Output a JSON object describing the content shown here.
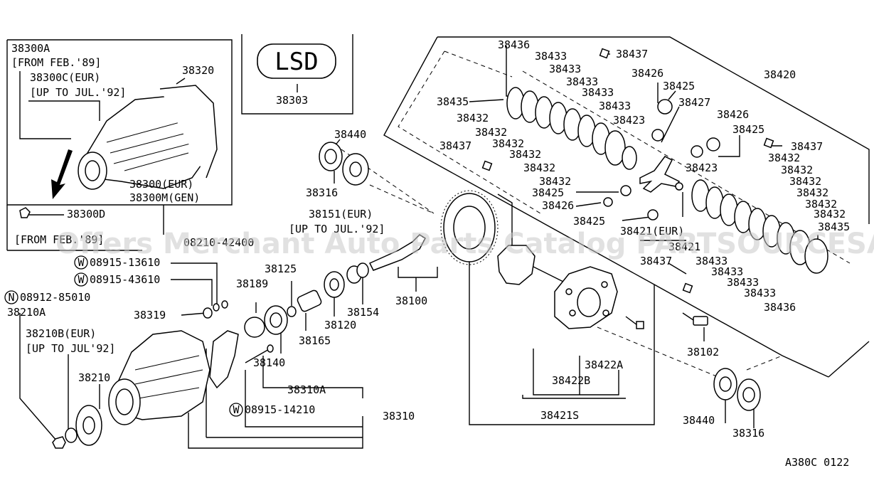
{
  "watermark": "Offers Merchant Auto Parts Catalog PARTSOURCESA",
  "footer_code": "A380C 0122",
  "lsd_badge": "LSD",
  "labels": {
    "p38300a": "38300A",
    "from_feb89": "[FROM FEB.'89]",
    "p38300c": "38300C(EUR)",
    "upto_jul92a": "[UP TO JUL.'92]",
    "p38320": "38320",
    "p38300eur": "38300(EUR)",
    "p38300m": "38300M(GEN)",
    "p38300d": "38300D",
    "from_bottom": "[FROM FEB.'89]",
    "p38303": "38303",
    "p38440a": "38440",
    "p38316a": "38316",
    "p38151": "38151(EUR)",
    "upto_jul92b": "[UP TO JUL.'92]",
    "p08210": "08210-42400",
    "w13610": "08915-13610",
    "w43610": "08915-43610",
    "n85010": "08912-85010",
    "p38210a": "38210A",
    "p38210b": "38210B(EUR)",
    "upto_jul92c": "[UP TO JUL'92]",
    "p38210": "38210",
    "p38319": "38319",
    "p38189": "38189",
    "p38125": "38125",
    "p38120": "38120",
    "p38154": "38154",
    "p38100": "38100",
    "p38165": "38165",
    "p38140": "38140",
    "p38310a": "38310A",
    "w14210": "08915-14210",
    "p38310": "38310",
    "p38436a": "38436",
    "p38433a": "38433",
    "p38433b": "38433",
    "p38433c": "38433",
    "p38433d": "38433",
    "p38433e": "38433",
    "p38437a": "38437",
    "p38426a": "38426",
    "p38425a": "38425",
    "p38420": "38420",
    "p38435a": "38435",
    "p38432a": "38432",
    "p38432b": "38432",
    "p38432c": "38432",
    "p38432d": "38432",
    "p38432e": "38432",
    "p38432f": "38432",
    "p38437b": "38437",
    "p38427": "38427",
    "p38426b": "38426",
    "p38425b": "38425",
    "p38437c": "38437",
    "p38423a": "38423",
    "p38423b": "38423",
    "p38432g": "38432",
    "p38432h": "38432",
    "p38432i": "38432",
    "p38432j": "38432",
    "p38432k": "38432",
    "p38432l": "38432",
    "p38425c": "38425",
    "p38426c": "38426",
    "p38425d": "38425",
    "p38435b": "38435",
    "p38421eur": "38421(EUR)",
    "p38421": "38421",
    "p38437d": "38437",
    "p38433f": "38433",
    "p38433g": "38433",
    "p38433h": "38433",
    "p38433i": "38433",
    "p38436b": "38436",
    "p38102": "38102",
    "p38422a": "38422A",
    "p38422b": "38422B",
    "p38421s": "38421S",
    "p38440b": "38440",
    "p38316b": "38316"
  },
  "circle_markers": {
    "w1": "W",
    "w2": "W",
    "n1": "N",
    "w3": "W"
  }
}
